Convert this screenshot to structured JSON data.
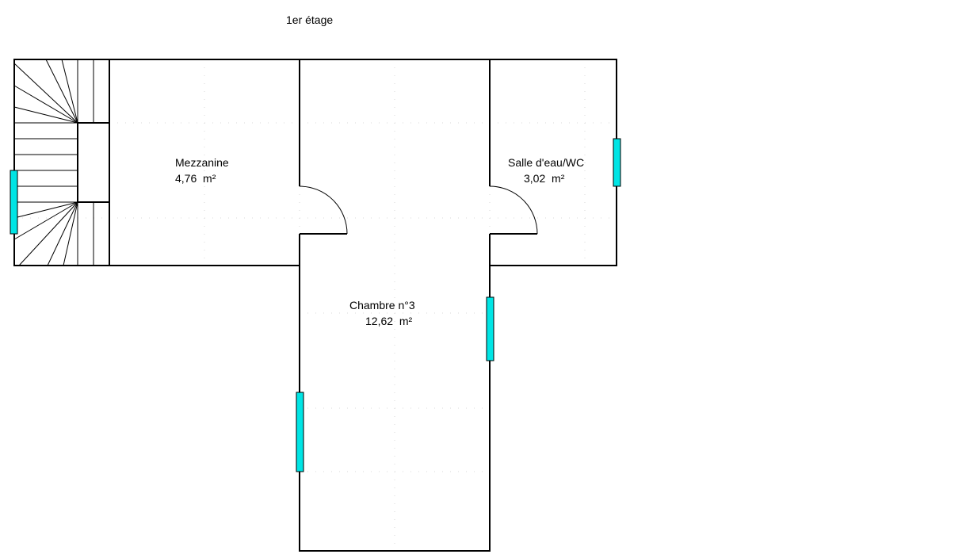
{
  "floor_title": "1er étage",
  "rooms": {
    "mezzanine": {
      "name": "Mezzanine",
      "area": "4,76  m²"
    },
    "salle_eau": {
      "name": "Salle d'eau/WC",
      "area": "3,02  m²"
    },
    "chambre3": {
      "name": "Chambre n°3",
      "area": "12,62  m²"
    }
  },
  "colors": {
    "wall": "#000000",
    "window": "#00e5e5",
    "background": "#ffffff"
  }
}
